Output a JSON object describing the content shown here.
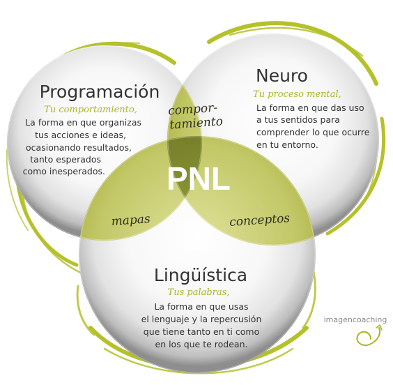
{
  "diagram": {
    "center": "PNL",
    "circles": {
      "programming": {
        "title": "Programación",
        "subtitle": "Tu comportamiento,",
        "lines": [
          "La forma en que organizas",
          "tus acciones e ideas,",
          "ocasionando resultados,",
          "tanto  esperados",
          "como inesperados."
        ]
      },
      "neuro": {
        "title": "Neuro",
        "subtitle": "Tu proceso mental,",
        "lines": [
          "La forma en que das uso",
          "a tus  sentidos para",
          "comprender lo que ocurre",
          "en tu entorno."
        ]
      },
      "linguistics": {
        "title": "Lingüística",
        "subtitle": "Tus palabras,",
        "lines": [
          "La forma en que usas",
          "el lenguaje y la repercusión",
          "que tiene tanto en ti como",
          "en los que te rodean."
        ]
      }
    },
    "intersections": {
      "top": [
        "compor-",
        "tamiento"
      ],
      "left": "mapas",
      "right": "conceptos"
    },
    "brand": "imagencoaching",
    "colors": {
      "accent": "#a9b522",
      "lens": "#c3c86a",
      "center": "#7f8a2c",
      "sphere_edge": "#9a9a9a",
      "text": "#333333"
    }
  }
}
